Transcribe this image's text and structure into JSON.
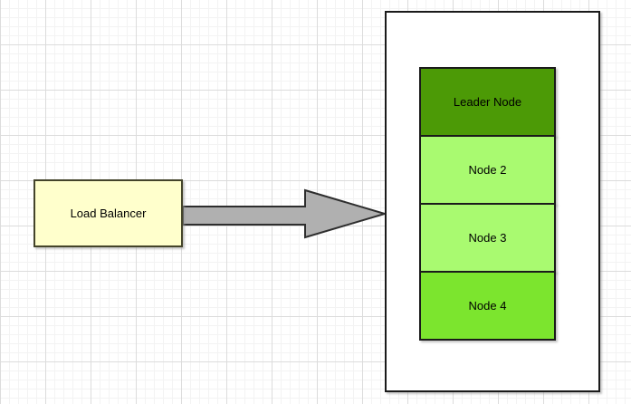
{
  "diagram": {
    "canvas": {
      "background_color": "#FFFFFF",
      "grid_minor_color": "#F3F3F3",
      "grid_major_color": "#DCDCDC"
    },
    "load_balancer": {
      "label": "Load Balancer",
      "fill": "#FFFFCC",
      "border": "#44442A"
    },
    "arrow": {
      "icon": "right-arrow",
      "fill": "#B0B0B0",
      "stroke": "#2E2E2E"
    },
    "cluster": {
      "fill": "#FFFFFF",
      "border": "#1A1A1A",
      "node_border": "#1A1A1A",
      "nodes": [
        {
          "label": "Leader Node",
          "fill": "#4C9A06"
        },
        {
          "label": "Node 2",
          "fill": "#A9FA70"
        },
        {
          "label": "Node 3",
          "fill": "#A9FA70"
        },
        {
          "label": "Node 4",
          "fill": "#7CE52E"
        }
      ]
    }
  }
}
